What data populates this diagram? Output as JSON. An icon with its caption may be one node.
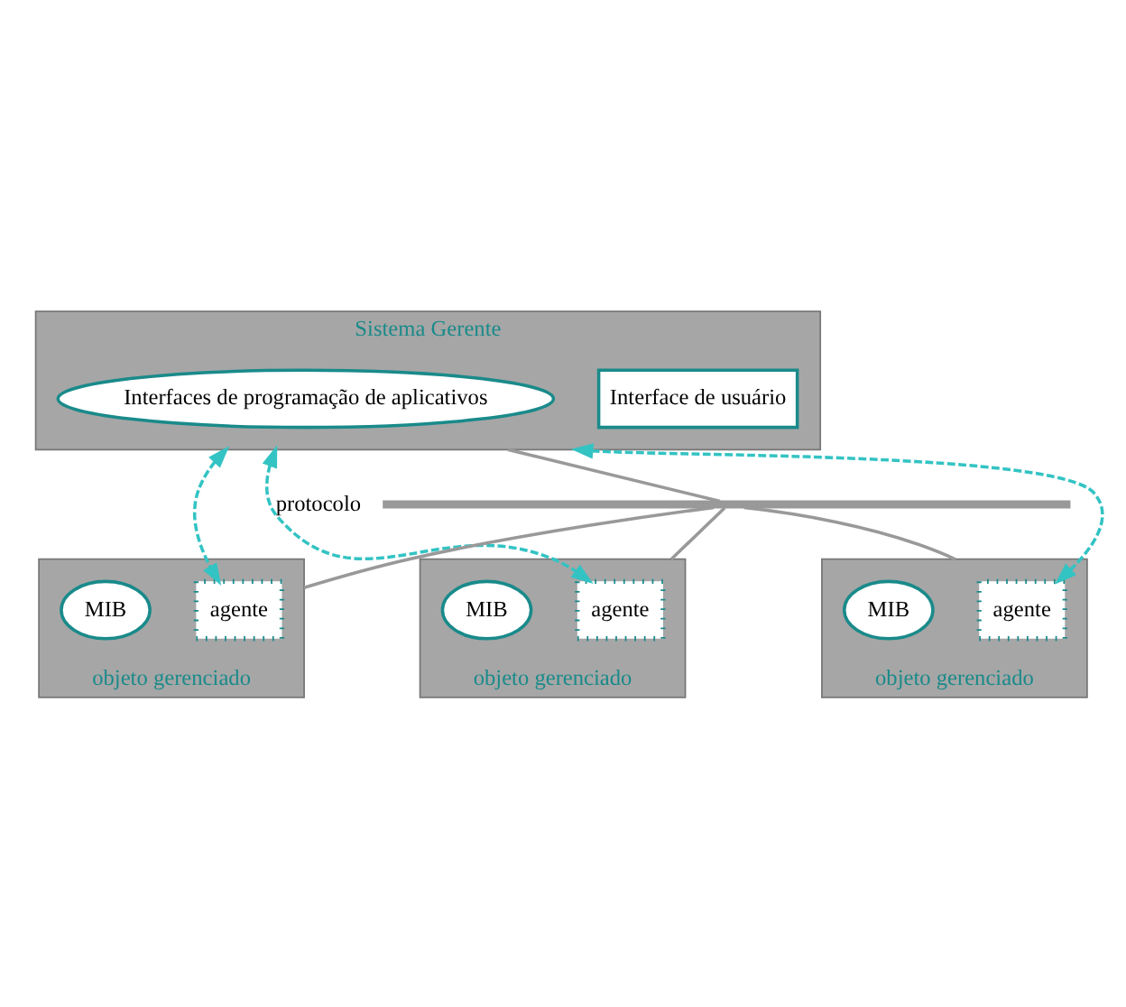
{
  "diagram": {
    "nodes": [
      {
        "text": [
          "Sistema Gerente"
        ]
      },
      {
        "text": [
          "Interface de usuário"
        ],
        "in": 0
      },
      {
        "text": [
          "Interfaces de programação de aplicativos"
        ],
        "in": 0
      },
      {
        "text": [],
        "shape": "bar"
      },
      {
        "text": [
          "objeto gerenciado"
        ]
      },
      {
        "text": [
          "agente"
        ],
        "in": 4
      },
      {
        "text": [
          "MIB"
        ],
        "in": 4
      },
      {
        "text": [
          "objeto gerenciado"
        ]
      },
      {
        "text": [
          "agente"
        ],
        "in": 7
      },
      {
        "text": [
          "MIB"
        ],
        "in": 7
      },
      {
        "text": [
          "objeto gerenciado"
        ]
      },
      {
        "text": [
          "agente"
        ],
        "in": 10
      },
      {
        "text": [
          "MIB"
        ],
        "in": 10
      }
    ],
    "edges": [
      {
        "from": 0,
        "to": 3,
        "arrow": "none"
      },
      {
        "from": 3,
        "to": 4,
        "arrow": "none"
      },
      {
        "from": 3,
        "to": 7,
        "arrow": "none"
      },
      {
        "from": 3,
        "to": 10,
        "arrow": "none"
      },
      {
        "from": 0,
        "to": 5,
        "arrow": "both",
        "style": "dashed",
        "color": "#33c3c3"
      },
      {
        "from": 0,
        "to": 8,
        "arrow": "both",
        "style": "dashed",
        "color": "#33c3c3"
      },
      {
        "from": 0,
        "to": 11,
        "arrow": "both",
        "style": "dashed",
        "color": "#33c3c3",
        "label": "protocolo"
      }
    ]
  }
}
